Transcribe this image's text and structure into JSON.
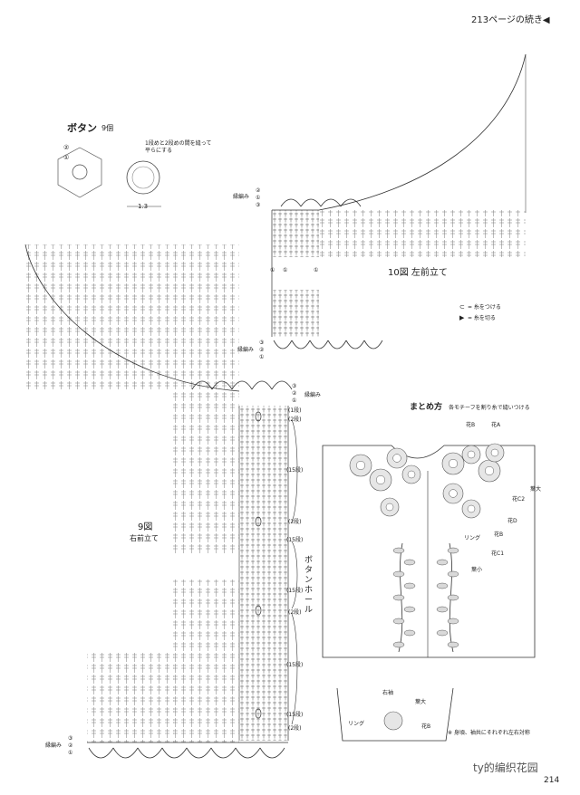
{
  "header": {
    "continued": "213ページの続き◀"
  },
  "button_section": {
    "title": "ボタン",
    "count": "9個",
    "note_line1": "1段めと2段めの間を縫って",
    "note_line2": "平らにする",
    "dimension": "1.3",
    "row_marks": [
      "②",
      "①"
    ]
  },
  "left_front": {
    "label": "10図 左前立て",
    "edging_label": "縁編み",
    "top_rows": [
      "②",
      "①",
      "③"
    ],
    "bottom_rows": [
      "①",
      "①",
      "①"
    ],
    "lower_rows": [
      "③",
      "②",
      "①"
    ]
  },
  "legend": {
    "attach_yarn": "= 糸をつける",
    "cut_yarn": "= 糸を切る"
  },
  "right_front": {
    "label_num": "9図",
    "label_name": "右前立て",
    "edging_label": "縁編み",
    "row_counts": [
      "(1段)",
      "(2段)",
      "(15段)",
      "(2段)",
      "(15段)",
      "(15段)",
      "(2段)",
      "(15段)",
      "(15段)",
      "(2段)"
    ],
    "buttonhole": "ボタンホール",
    "top_rows": [
      "③",
      "②",
      "①"
    ],
    "bottom_rows": [
      "③",
      "②",
      "①"
    ]
  },
  "assembly": {
    "title": "まとめ方",
    "subtitle": "各モチーフを割り糸で縫いつける",
    "labels": {
      "flower_b_top": "花B",
      "flower_a": "花A",
      "leaf_large": "葉大",
      "flower_c2": "花C2",
      "flower_d": "花D",
      "flower_b_mid": "花B",
      "ring": "リング",
      "flower_c1": "花C1",
      "leaf_small": "葉小"
    },
    "sleeve": {
      "right_sleeve": "右袖",
      "leaf_large": "葉大",
      "ring": "リング",
      "flower_b": "花B"
    },
    "note": "※ 身頃、袖共にそれぞれ左右対称"
  },
  "footer": {
    "watermark": "ty的编织花园",
    "page_number": "214"
  }
}
